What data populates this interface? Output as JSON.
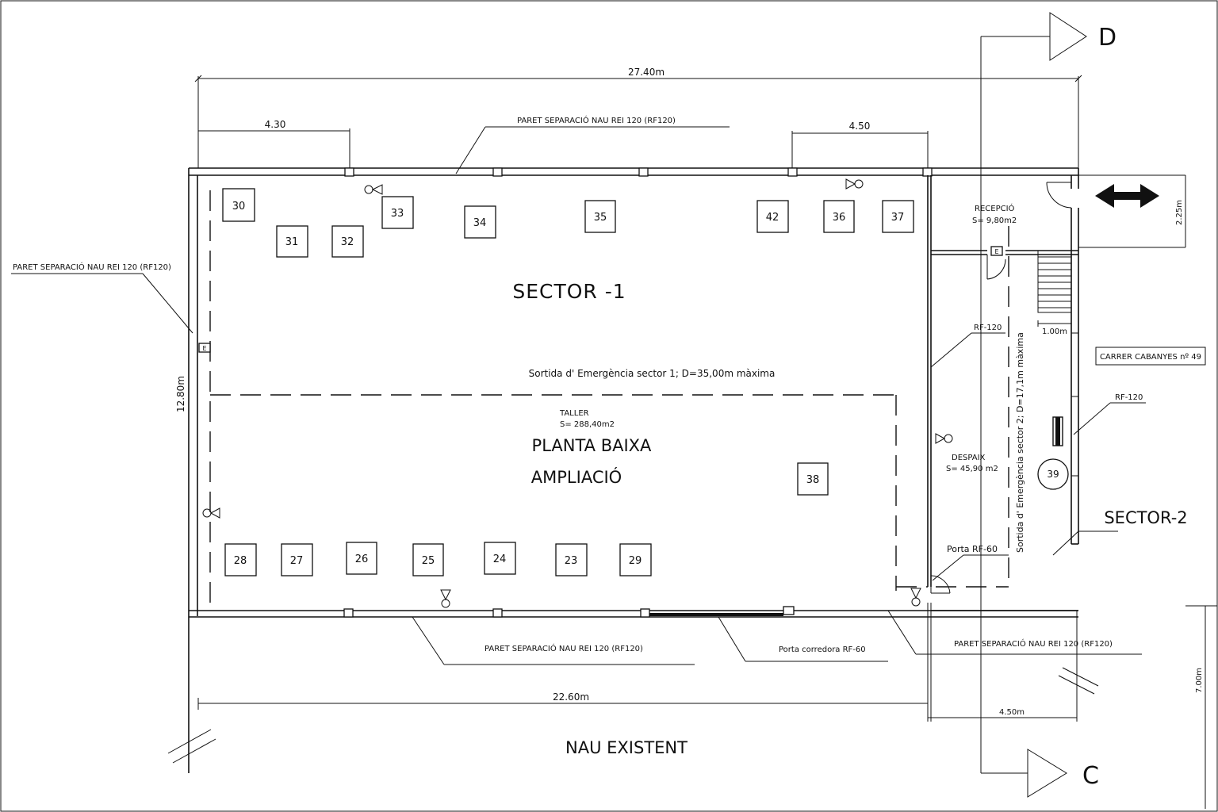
{
  "labels": {
    "dim_total_width": "27.40m",
    "dim_430": "4.30",
    "dim_450_top": "4.50",
    "wall_top": "PARET SEPARACIÓ NAU REI 120 (RF120)",
    "wall_left": "PARET SEPARACIÓ NAU REI 120 (RF120)",
    "wall_bottom_left": "PARET SEPARACIÓ NAU REI 120 (RF120)",
    "wall_bottom_right": "PARET SEPARACIÓ NAU REI 120 (RF120)",
    "sector1": "SECTOR -1",
    "sector2": "SECTOR-2",
    "exit_sector1": "Sortida d' Emergència sector 1; D=35,00m màxima",
    "exit_sector2": "Sortida d' Emergència sector 2; D=17,1m màxima",
    "taller_name": "TALLER",
    "taller_area": "S= 288,40m2",
    "planta": "PLANTA BAIXA",
    "ampliacio": "AMPLIACIÓ",
    "recepcio_name": "RECEPCIÓ",
    "recepcio_area": "S= 9,80m2",
    "despaix_name": "DESPAIX",
    "despaix_area": "S= 45,90 m2",
    "rf120_a": "RF-120",
    "rf120_b": "RF-120",
    "porta_rf60": "Porta RF-60",
    "porta_corredora": "Porta corredora RF-60",
    "street": "CARRER CABANYES nº 49",
    "dim_225": "2.25m",
    "dim_100": "1.00m",
    "dim_1280": "12.80m",
    "dim_2260": "22.60m",
    "dim_450_bottom": "4.50m",
    "dim_700": "7.00m",
    "nau_existent": "NAU EXISTENT",
    "section_d": "D",
    "section_c": "C",
    "extinguisher_label": "E"
  },
  "equipment": {
    "e30": "30",
    "e31": "31",
    "e32": "32",
    "e33": "33",
    "e34": "34",
    "e35": "35",
    "e42": "42",
    "e36": "36",
    "e37": "37",
    "e38": "38",
    "e28": "28",
    "e27": "27",
    "e26": "26",
    "e25": "25",
    "e24": "24",
    "e23": "23",
    "e29": "29",
    "e39": "39"
  },
  "icons": [
    "emergency-light-icon",
    "double-arrow-icon",
    "section-arrow-icon",
    "extinguisher-icon",
    "stair-icon",
    "door-swing-icon"
  ]
}
